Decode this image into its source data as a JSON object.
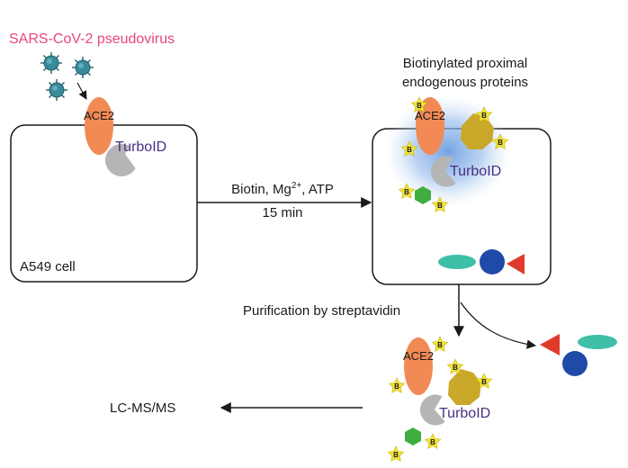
{
  "virus_label": "SARS-CoV-2 pseudovirus",
  "biotinylated_label_line1": "Biotinylated proximal",
  "biotinylated_label_line2": "endogenous proteins",
  "ace2_label": "ACE2",
  "turboid_label": "TurboID",
  "cell_label": "A549 cell",
  "reaction_label_prefix": "Biotin, Mg",
  "reaction_label_superscript": "2+",
  "reaction_label_suffix": ", ATP",
  "reaction_time_label": "15 min",
  "purification_label": "Purification by streptavidin",
  "ms_label": "LC-MS/MS",
  "biotin_tag_label": "B",
  "colors": {
    "ace2": "#f18a55",
    "turboid": "#b5b5b5",
    "octagon": "#c9a82a",
    "hexagon_green": "#3fae3f",
    "ellipse_teal": "#3fbfa8",
    "circle_blue": "#1f4aa8",
    "triangle_red": "#e03a2a",
    "biotin_star": "#f2e43a",
    "virus": "#3a8a9a",
    "virus_label": "#e8467c",
    "turboid_text": "#4b2e83"
  }
}
